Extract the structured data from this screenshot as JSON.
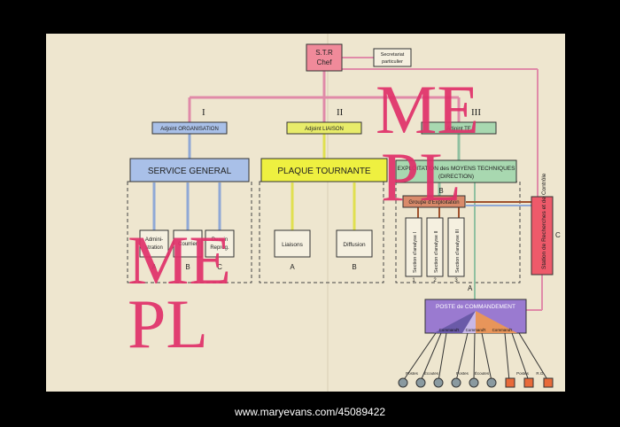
{
  "chief": {
    "line1": "S.T.R",
    "line2": "Chef"
  },
  "secretariat": {
    "line1": "Secretariat",
    "line2": "particulier"
  },
  "numerals": [
    "I",
    "II",
    "III"
  ],
  "adjoints": [
    "Adjoint ORGANISATION",
    "Adjoint LIAISON",
    "Adjoint TE"
  ],
  "services": {
    "general": "SERVICE GENERAL",
    "plaque": "PLAQUE TOURNANTE",
    "exploitation_line1": "EXPLOITATION des MOYENS TECHNIQUES",
    "exploitation_line2": "(DIRECTION)"
  },
  "general_subs": [
    {
      "line1": "Admini-",
      "line2": "stration"
    },
    {
      "line1": "Courrier",
      "line2": ""
    },
    {
      "line1": "Dessin",
      "line2": "Reprog."
    }
  ],
  "general_letters": [
    "A",
    "B",
    "C"
  ],
  "plaque_subs": [
    "Liaisons",
    "Diffusion"
  ],
  "plaque_letters": [
    "A",
    "B"
  ],
  "groupe_letter": "B",
  "groupe": "Groupe d'Exploitation",
  "sections": [
    "Section d'analyse I",
    "Section d'analyse II",
    "Section d'analyse III"
  ],
  "section_numbers": [
    "1",
    "2",
    "3"
  ],
  "letter_a_right": "A",
  "station": "Station de Recherches et de Contrôle",
  "station_letter": "C",
  "poste": "POSTE de COMMANDEMENT",
  "commands": [
    "Command't",
    "Command't",
    "Command't"
  ],
  "bottom_labels": [
    "Postes",
    "Écoutes",
    "Postes",
    "Écoutes",
    "Postes",
    "R.G."
  ],
  "watermark": {
    "line1": "ME",
    "line2": "PL"
  },
  "footer": "www.maryevans.com/45089422"
}
